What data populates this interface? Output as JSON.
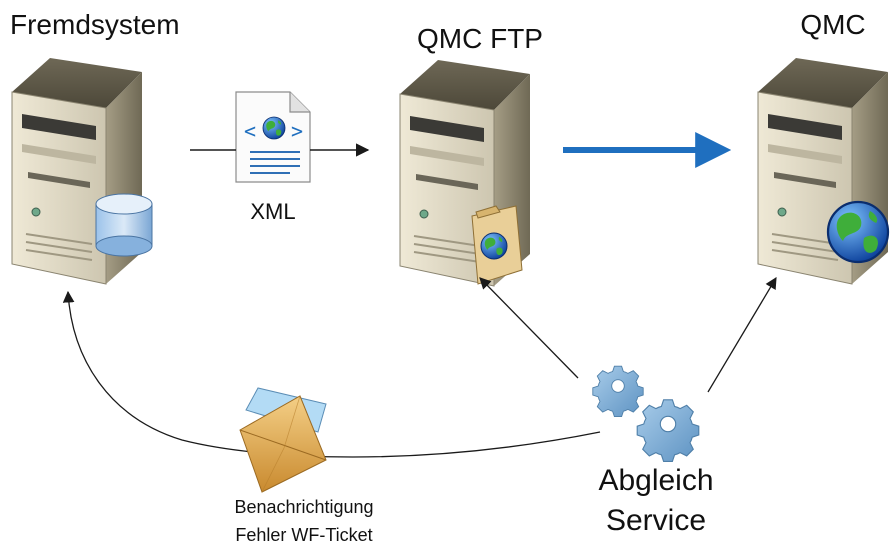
{
  "nodes": {
    "fremdsystem": {
      "label": "Fremdsystem"
    },
    "qmc_ftp": {
      "label": "QMC FTP"
    },
    "qmc": {
      "label": "QMC"
    },
    "service": {
      "label_line1": "Abgleich",
      "label_line2": "Service"
    }
  },
  "edges": {
    "xml": {
      "label": "XML"
    },
    "notification": {
      "label_line1": "Benachrichtigung",
      "label_line2": "Fehler WF-Ticket"
    }
  },
  "colors": {
    "server_body": "#d8d2bf",
    "server_side": "#8f8871",
    "blue_arrow": "#1f6fbf",
    "thin_arrow": "#1a1a1a"
  }
}
